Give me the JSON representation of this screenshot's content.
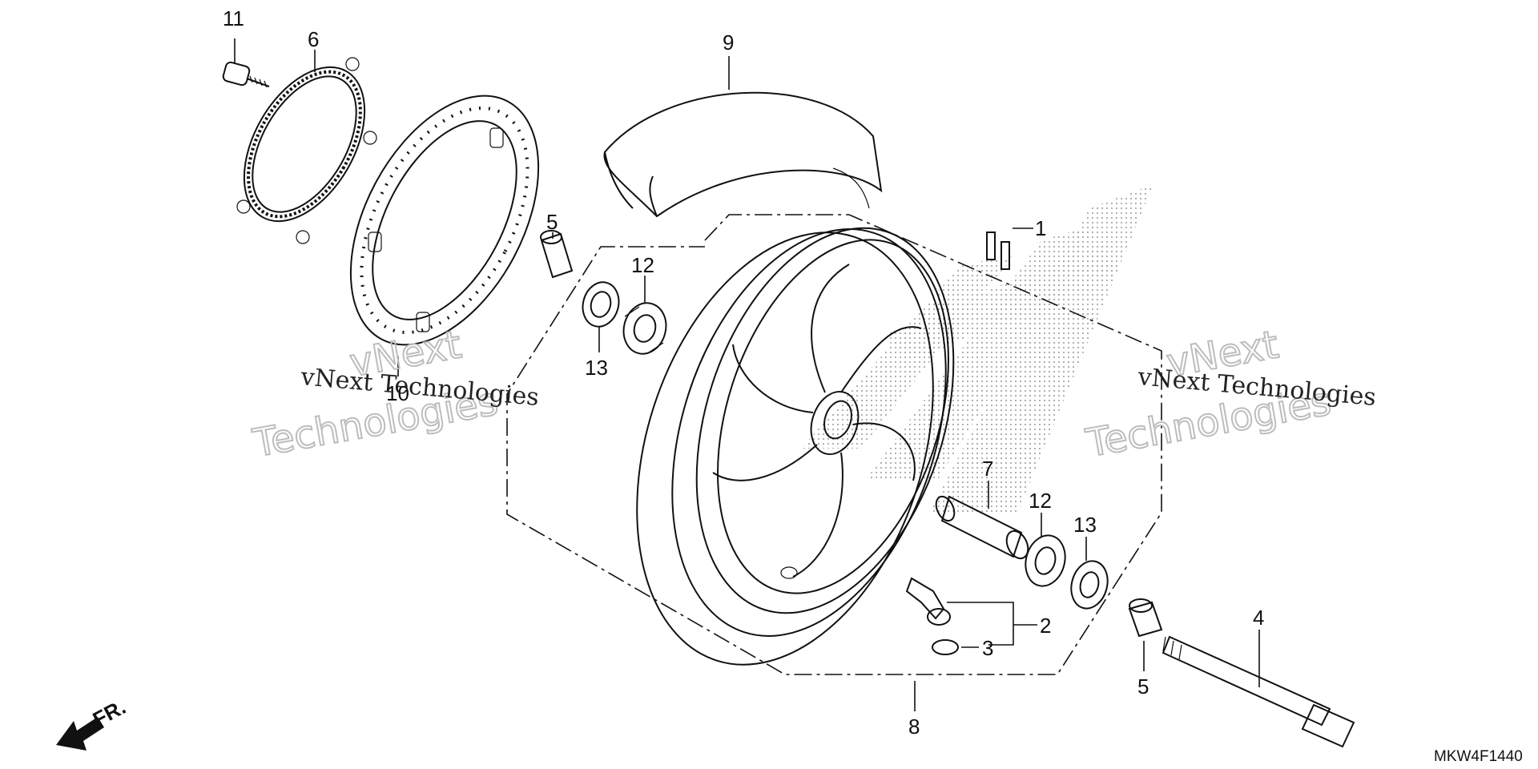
{
  "diagram": {
    "callouts": {
      "c1": "1",
      "c2": "2",
      "c3": "3",
      "c4": "4",
      "c5a": "5",
      "c5b": "5",
      "c6": "6",
      "c7": "7",
      "c8": "8",
      "c9": "9",
      "c10": "10",
      "c11": "11",
      "c12a": "12",
      "c12b": "12",
      "c13a": "13",
      "c13b": "13"
    },
    "watermark": {
      "left_serif": "vNext Technologies",
      "left_big_1": "vNext",
      "left_big_2": "Technologies",
      "right_serif": "vNext Technologies",
      "right_big_1": "vNext",
      "right_big_2": "Technologies"
    },
    "front_arrow_label": "FR.",
    "drawing_code": "MKW4F1440"
  }
}
